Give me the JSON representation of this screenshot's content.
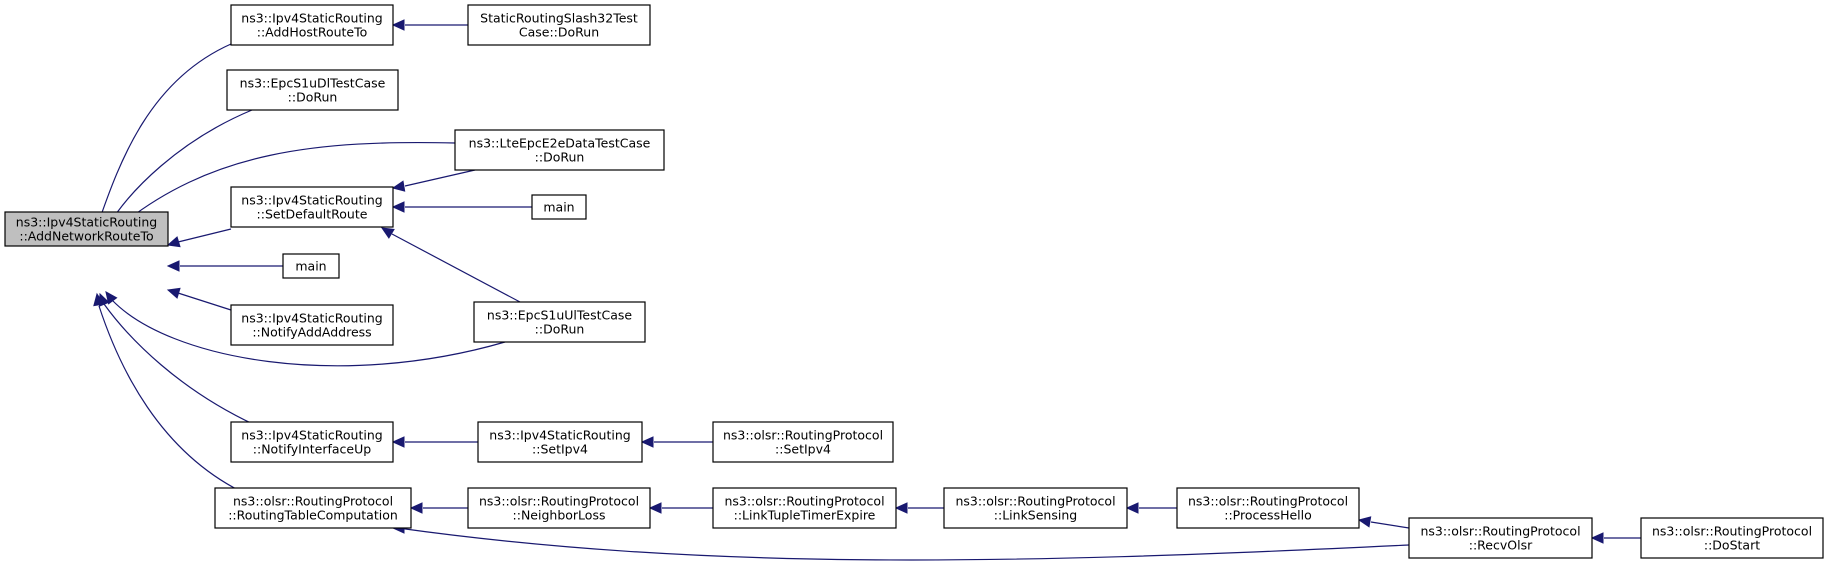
{
  "nodes": [
    {
      "id": "root",
      "lines": [
        "ns3::Ipv4StaticRouting",
        "::AddNetworkRouteTo"
      ],
      "highlight": true
    },
    {
      "id": "addhost",
      "lines": [
        "ns3::Ipv4StaticRouting",
        "::AddHostRouteTo"
      ]
    },
    {
      "id": "slash32",
      "lines": [
        "StaticRoutingSlash32Test",
        "Case::DoRun"
      ]
    },
    {
      "id": "epcs1udl",
      "lines": [
        "ns3::EpcS1uDlTestCase",
        "::DoRun"
      ]
    },
    {
      "id": "lteepc",
      "lines": [
        "ns3::LteEpcE2eDataTestCase",
        "::DoRun"
      ]
    },
    {
      "id": "setdefault",
      "lines": [
        "ns3::Ipv4StaticRouting",
        "::SetDefaultRoute"
      ]
    },
    {
      "id": "main1",
      "lines": [
        "main"
      ]
    },
    {
      "id": "main2",
      "lines": [
        "main"
      ]
    },
    {
      "id": "notifyadd",
      "lines": [
        "ns3::Ipv4StaticRouting",
        "::NotifyAddAddress"
      ]
    },
    {
      "id": "epcs1uul",
      "lines": [
        "ns3::EpcS1uUlTestCase",
        "::DoRun"
      ]
    },
    {
      "id": "notifyup",
      "lines": [
        "ns3::Ipv4StaticRouting",
        "::NotifyInterfaceUp"
      ]
    },
    {
      "id": "setipv4",
      "lines": [
        "ns3::Ipv4StaticRouting",
        "::SetIpv4"
      ]
    },
    {
      "id": "olsrsetipv4",
      "lines": [
        "ns3::olsr::RoutingProtocol",
        "::SetIpv4"
      ]
    },
    {
      "id": "rtcomp",
      "lines": [
        "ns3::olsr::RoutingProtocol",
        "::RoutingTableComputation"
      ]
    },
    {
      "id": "nbloss",
      "lines": [
        "ns3::olsr::RoutingProtocol",
        "::NeighborLoss"
      ]
    },
    {
      "id": "linktuple",
      "lines": [
        "ns3::olsr::RoutingProtocol",
        "::LinkTupleTimerExpire"
      ]
    },
    {
      "id": "linksensing",
      "lines": [
        "ns3::olsr::RoutingProtocol",
        "::LinkSensing"
      ]
    },
    {
      "id": "processhello",
      "lines": [
        "ns3::olsr::RoutingProtocol",
        "::ProcessHello"
      ]
    },
    {
      "id": "recvolsr",
      "lines": [
        "ns3::olsr::RoutingProtocol",
        "::RecvOlsr"
      ]
    },
    {
      "id": "dostart",
      "lines": [
        "ns3::olsr::RoutingProtocol",
        "::DoStart"
      ]
    }
  ],
  "edges": [
    {
      "from": "addhost",
      "to": "root"
    },
    {
      "from": "epcs1udl",
      "to": "root"
    },
    {
      "from": "lteepc",
      "to": "root"
    },
    {
      "from": "setdefault",
      "to": "root"
    },
    {
      "from": "main2",
      "to": "root"
    },
    {
      "from": "notifyadd",
      "to": "root"
    },
    {
      "from": "epcs1uul",
      "to": "root"
    },
    {
      "from": "notifyup",
      "to": "root"
    },
    {
      "from": "rtcomp",
      "to": "root"
    },
    {
      "from": "slash32",
      "to": "addhost"
    },
    {
      "from": "lteepc",
      "to": "setdefault"
    },
    {
      "from": "main1",
      "to": "setdefault"
    },
    {
      "from": "epcs1uul",
      "to": "setdefault"
    },
    {
      "from": "setipv4",
      "to": "notifyup"
    },
    {
      "from": "olsrsetipv4",
      "to": "setipv4"
    },
    {
      "from": "nbloss",
      "to": "rtcomp"
    },
    {
      "from": "recvolsr",
      "to": "rtcomp"
    },
    {
      "from": "linktuple",
      "to": "nbloss"
    },
    {
      "from": "linksensing",
      "to": "linktuple"
    },
    {
      "from": "processhello",
      "to": "linksensing"
    },
    {
      "from": "recvolsr",
      "to": "processhello"
    },
    {
      "from": "dostart",
      "to": "recvolsr"
    }
  ]
}
